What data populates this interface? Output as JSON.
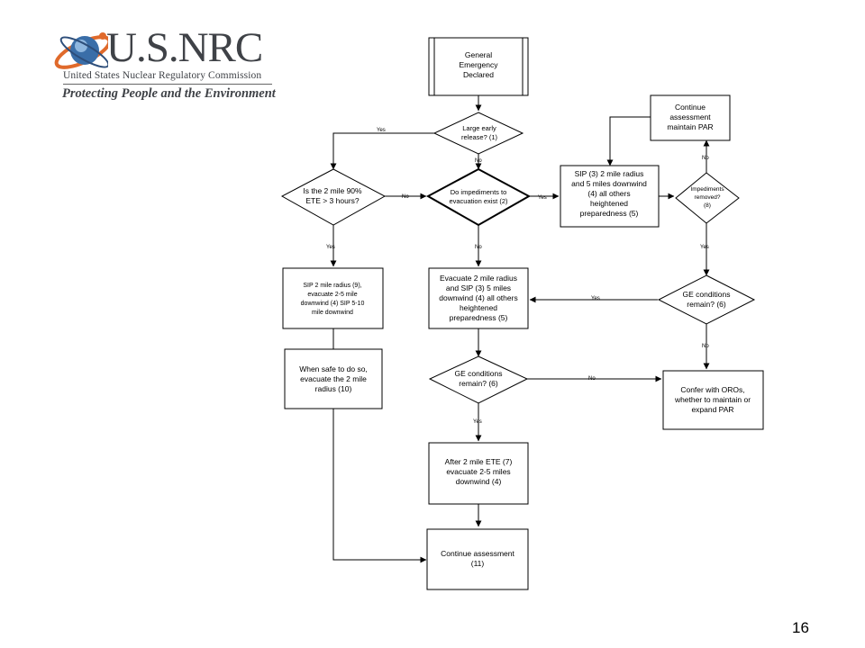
{
  "logo": {
    "brand": "U.S.NRC",
    "subtitle": "United States Nuclear Regulatory Commission",
    "tagline": "Protecting People and the Environment"
  },
  "page_number": "16",
  "flowchart": {
    "nodes": {
      "general": [
        "General",
        "Emergency",
        "Declared"
      ],
      "large_release": [
        "Large early",
        "release? (1)"
      ],
      "two_mile_ete": [
        "Is the 2 mile 90%",
        "ETE > 3 hours?"
      ],
      "impediments_exist": [
        "Do impediments to",
        "evacuation exist (2)"
      ],
      "sip_2mile_5mile": [
        "SIP (3) 2 mile radius",
        "and 5 miles downwind",
        "(4) all others",
        "heightened",
        "preparedness (5)"
      ],
      "continue_maintain": [
        "Continue",
        "assessment",
        "maintain PAR"
      ],
      "impediments_removed": [
        "Impediments",
        "removed?",
        "(8)"
      ],
      "sip_2mile_9": [
        "SIP 2 mile radius (9),",
        "evacuate 2-5 mile",
        "downwind (4) SIP 5-10",
        "mile downwind"
      ],
      "evac_2mile_sip5": [
        "Evacuate 2 mile radius",
        "and SIP (3) 5 miles",
        "downwind (4) all others",
        "heightened",
        "preparedness (5)"
      ],
      "ge_remain_right": [
        "GE conditions",
        "remain? (6)"
      ],
      "when_safe": [
        "When safe to do so,",
        "evacuate the 2 mile",
        "radius (10)"
      ],
      "ge_remain_center": [
        "GE conditions",
        "remain? (6)"
      ],
      "confer_oros": [
        "Confer with OROs,",
        "whether to maintain or",
        "expand PAR"
      ],
      "after_2mile_ete": [
        "After 2 mile ETE (7)",
        "evacuate 2-5 miles",
        "downwind (4)"
      ],
      "continue_assessment": [
        "Continue assessment",
        "(11)"
      ]
    },
    "edge_labels": {
      "large_yes": "Yes",
      "large_no": "No",
      "ete_no": "No",
      "ete_yes": "Yes",
      "imp_yes": "Yes",
      "imp_no": "No",
      "removed_no": "No",
      "removed_yes": "Yes",
      "ger_yes": "Yes",
      "ger_no": "No",
      "gec_no": "No",
      "gec_yes": "Yes"
    }
  }
}
